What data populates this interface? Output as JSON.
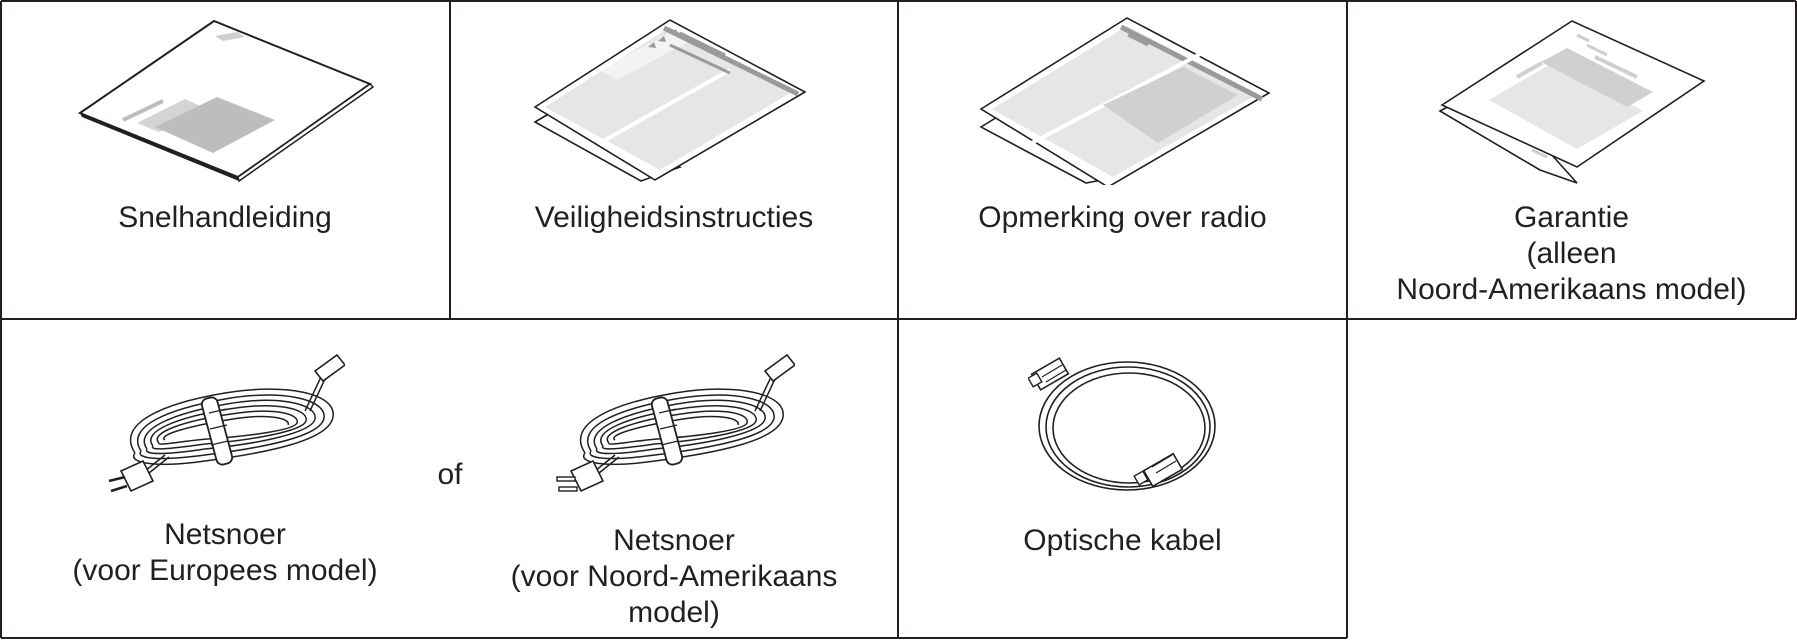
{
  "accessories": {
    "items": [
      {
        "id": "quick-guide",
        "lines": [
          "Snelhandleiding"
        ],
        "icon": "booklet-icon"
      },
      {
        "id": "safety",
        "lines": [
          "Veiligheidsinstructies"
        ],
        "icon": "folded-leaflet-icon"
      },
      {
        "id": "radio-note",
        "lines": [
          "Opmerking over radio"
        ],
        "icon": "folded-leaflet-icon"
      },
      {
        "id": "warranty",
        "lines": [
          "Garantie",
          "(alleen",
          "Noord-Amerikaans model)"
        ],
        "icon": "folded-leaflet-icon"
      },
      {
        "id": "power-eu",
        "lines": [
          "Netsnoer",
          "(voor Europees model)"
        ],
        "icon": "power-cord-icon"
      },
      {
        "id": "power-na",
        "lines": [
          "Netsnoer",
          "(voor Noord-Amerikaans",
          "model)"
        ],
        "icon": "power-cord-icon"
      },
      {
        "id": "optical",
        "lines": [
          "Optische kabel"
        ],
        "icon": "optical-cable-icon"
      }
    ],
    "separator": "of"
  },
  "colors": {
    "line": "#231f20",
    "paper": "#ffffff",
    "fill_light": "#e6e6e6",
    "fill_mid": "#bdbdbd",
    "fill_dark": "#9a9a9a"
  }
}
